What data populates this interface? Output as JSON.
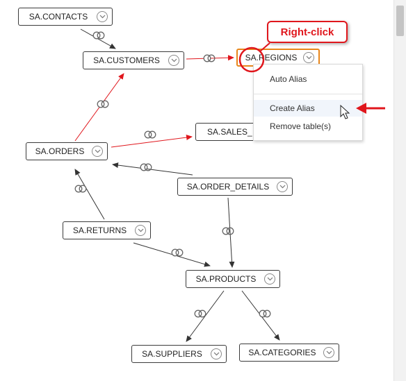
{
  "diagram": {
    "tables": {
      "contacts": "SA.CONTACTS",
      "customers": "SA.CUSTOMERS",
      "regions": "SA.REGIONS",
      "sales": "SA.SALES_",
      "orders": "SA.ORDERS",
      "order_details": "SA.ORDER_DETAILS",
      "returns": "SA.RETURNS",
      "products": "SA.PRODUCTS",
      "suppliers": "SA.SUPPLIERS",
      "categories": "SA.CATEGORIES"
    },
    "highlight_color": "#e8861a",
    "join_line_color": "#333333",
    "new_join_color": "#e0161c"
  },
  "context_menu": {
    "items": [
      "Auto Alias",
      "Create Alias",
      "Remove table(s)"
    ],
    "hovered_item": "Create Alias"
  },
  "annotation": {
    "callout_text": "Right-click",
    "color": "#e0161c"
  },
  "icons": {
    "node_menu": "chevron-down-circle-icon",
    "join": "join-rings-icon",
    "cursor": "mouse-pointer-icon"
  }
}
